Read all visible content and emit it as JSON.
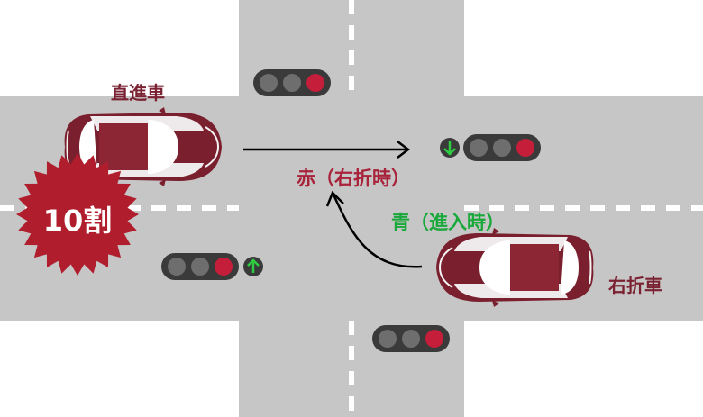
{
  "labels": {
    "straight_car": "直進車",
    "right_turn_car": "右折車",
    "red_signal": "赤（右折時）",
    "green_signal": "青（進入時）",
    "fault_badge": "10割"
  },
  "colors": {
    "road": "#c6c6c6",
    "background": "#ffffff",
    "lane_marking": "#ffffff",
    "car_body": "#7a1f2e",
    "car_roof": "#8c2534",
    "badge": "#b01e2e",
    "signal_housing": "#3a3a3a",
    "signal_off": "#6e6e6e",
    "signal_red": "#c41e3a",
    "green_arrow": "#2ecc40",
    "red_text": "#a8223a",
    "green_text": "#19a83a",
    "car_label_text": "#7a2232",
    "arrow": "#000000"
  },
  "signals": [
    {
      "id": "north",
      "lit": "red",
      "arrow": "none"
    },
    {
      "id": "east",
      "lit": "red",
      "arrow": "down"
    },
    {
      "id": "west",
      "lit": "red",
      "arrow": "up"
    },
    {
      "id": "south",
      "lit": "red",
      "arrow": "none"
    }
  ],
  "icons": [
    "straight-arrow",
    "turn-arrow",
    "green-arrow-icon"
  ]
}
